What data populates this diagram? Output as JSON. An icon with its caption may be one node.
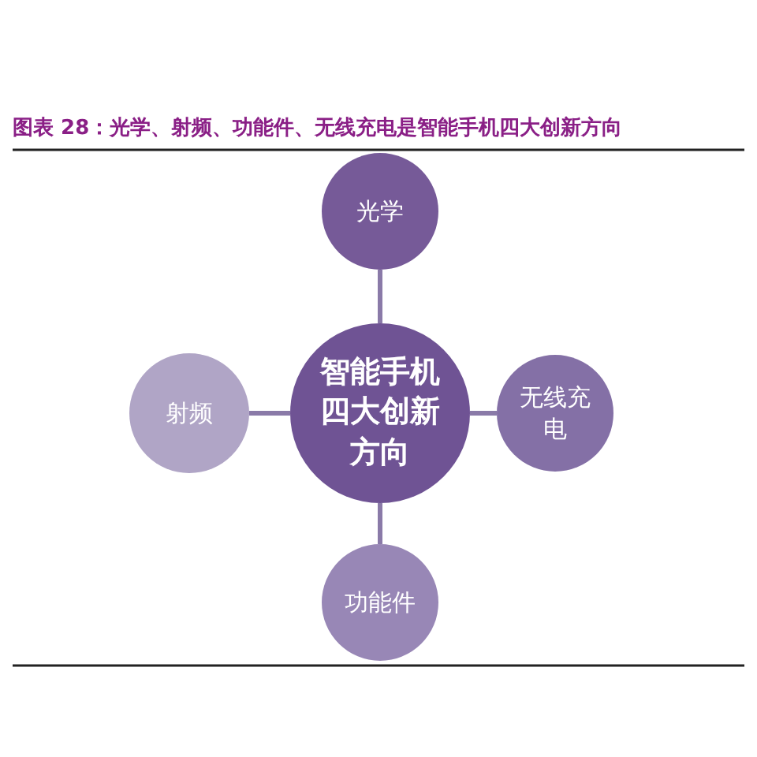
{
  "diagram": {
    "title": "图表 28：光学、射频、功能件、无线充电是智能手机四大创新方向",
    "nodes": [
      {
        "text": [
          "智能手机四大创新方向"
        ]
      },
      {
        "text": [
          "光学"
        ]
      },
      {
        "text": [
          "无线充电"
        ]
      },
      {
        "text": [
          "功能件"
        ]
      },
      {
        "text": [
          "射频"
        ]
      }
    ],
    "edges": [
      {
        "from": 0,
        "to": 1,
        "arrow": "none"
      },
      {
        "from": 0,
        "to": 2,
        "arrow": "none"
      },
      {
        "from": 0,
        "to": 3,
        "arrow": "none"
      },
      {
        "from": 0,
        "to": 4,
        "arrow": "none"
      }
    ]
  }
}
